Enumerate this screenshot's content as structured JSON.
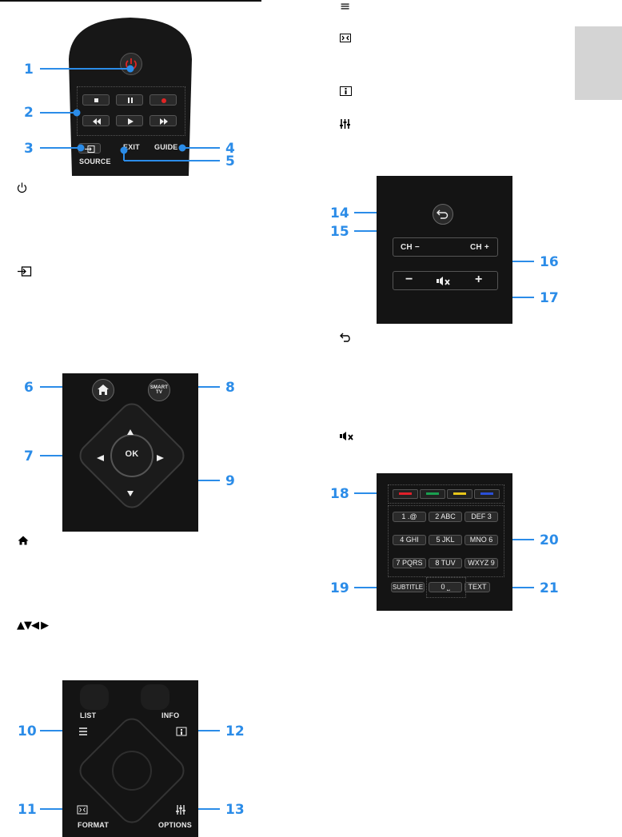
{
  "glyphs": {
    "list": "≡",
    "format": "⊞",
    "info": "ⓘ",
    "options": "☷",
    "power": "⏻",
    "source": "⊟",
    "back": "↩",
    "mute": "🔇",
    "home": "⌂",
    "arrows": "▲▼◀ ▶"
  },
  "remote1": {
    "labels": {
      "source": "SOURCE",
      "exit": "EXIT",
      "guide": "GUIDE"
    },
    "callouts": [
      "1",
      "2",
      "3",
      "4",
      "5"
    ]
  },
  "remote2": {
    "labels": {
      "smart_tv": "SMART TV",
      "ok": "OK"
    },
    "callouts": [
      "6",
      "7",
      "8",
      "9"
    ]
  },
  "remote3": {
    "labels": {
      "list": "LIST",
      "info": "INFO",
      "format": "FORMAT",
      "options": "OPTIONS"
    },
    "callouts": [
      "10",
      "11",
      "12",
      "13"
    ]
  },
  "remote4": {
    "labels": {
      "ch_minus": "CH −",
      "ch_plus": "CH +",
      "vol_minus": "−",
      "vol_plus": "+"
    },
    "callouts": [
      "14",
      "15",
      "16",
      "17"
    ]
  },
  "remote5": {
    "keys": [
      "1 .@",
      "2 ABC",
      "DEF 3",
      "4 GHI",
      "5 JKL",
      "MNO 6",
      "7 PQRS",
      "8 TUV",
      "WXYZ 9"
    ],
    "labels": {
      "subtitle": "SUBTITLE",
      "zero": "0 ⎵",
      "text": "TEXT"
    },
    "callouts": [
      "18",
      "19",
      "20",
      "21"
    ],
    "colors": {
      "red": "#e0202a",
      "green": "#1aa050",
      "yellow": "#e8c61a",
      "blue": "#2a4fd8"
    }
  },
  "accent": "#2b8ce8"
}
